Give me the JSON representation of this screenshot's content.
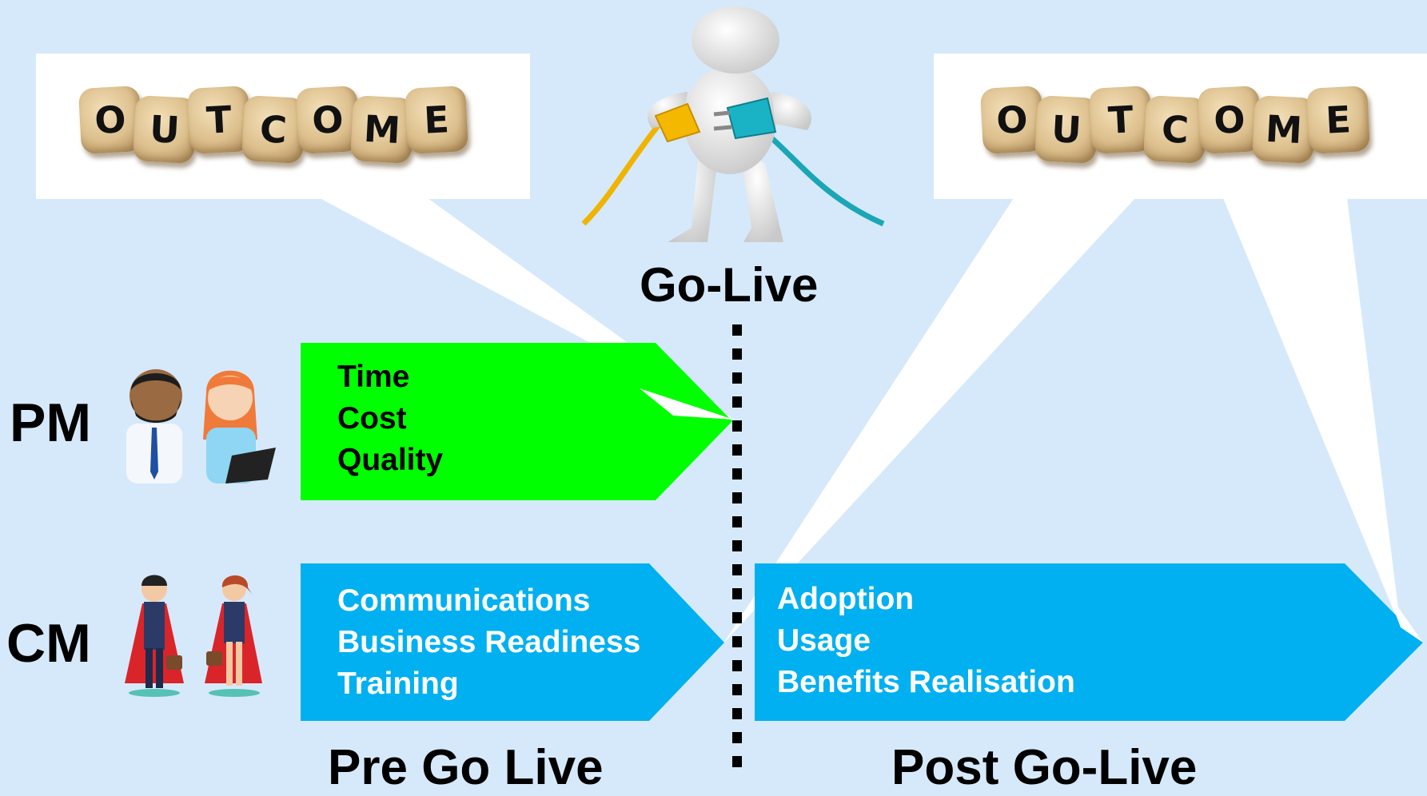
{
  "go_live": {
    "label": "Go-Live"
  },
  "outcome_left": {
    "letters": [
      "O",
      "U",
      "T",
      "C",
      "O",
      "M",
      "E"
    ]
  },
  "outcome_right": {
    "letters": [
      "O",
      "U",
      "T",
      "C",
      "O",
      "M",
      "E"
    ]
  },
  "roles": {
    "pm": "PM",
    "cm": "CM"
  },
  "pm_arrow": {
    "items": [
      "Time",
      "Cost",
      "Quality"
    ],
    "color": "#00ff00",
    "text_color": "#000000"
  },
  "cm_pre_arrow": {
    "items": [
      "Communications",
      "Business Readiness",
      "Training"
    ],
    "color": "#00b0f0",
    "text_color": "#ffffff"
  },
  "cm_post_arrow": {
    "items": [
      "Adoption",
      "Usage",
      "Benefits Realisation"
    ],
    "color": "#00b0f0",
    "text_color": "#ffffff"
  },
  "phases": {
    "pre": "Pre Go Live",
    "post": "Post Go-Live"
  },
  "colors": {
    "background": "#d6e9fb",
    "callout": "#ffffff",
    "timeline": "#000000"
  }
}
